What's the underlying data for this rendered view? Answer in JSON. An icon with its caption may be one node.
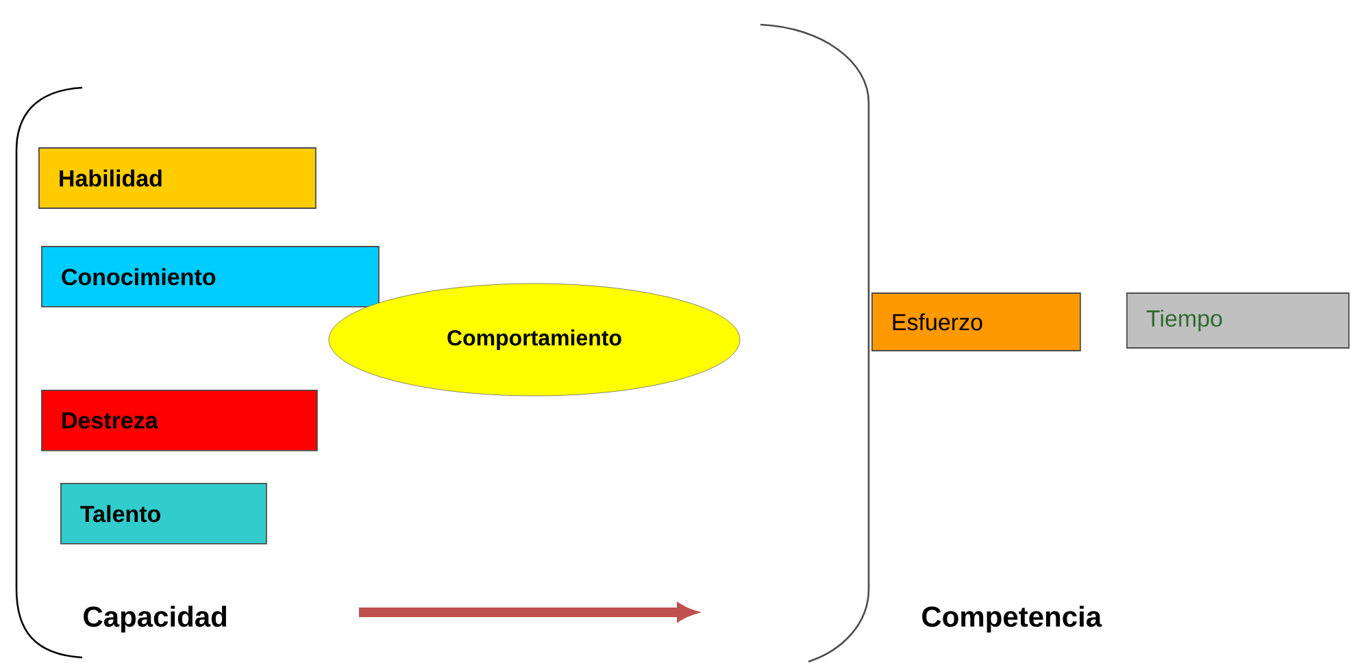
{
  "diagram": {
    "nodes": [
      {
        "text": [
          "Habilidad"
        ]
      },
      {
        "text": [
          "Conocimiento"
        ]
      },
      {
        "text": [
          "Comportamiento"
        ]
      },
      {
        "text": [
          "Destreza"
        ]
      },
      {
        "text": [
          "Talento"
        ]
      },
      {
        "text": [
          "Esfuerzo"
        ]
      },
      {
        "text": [
          "Tiempo"
        ]
      }
    ],
    "labels": [
      "Capacidad",
      "Competencia"
    ]
  }
}
